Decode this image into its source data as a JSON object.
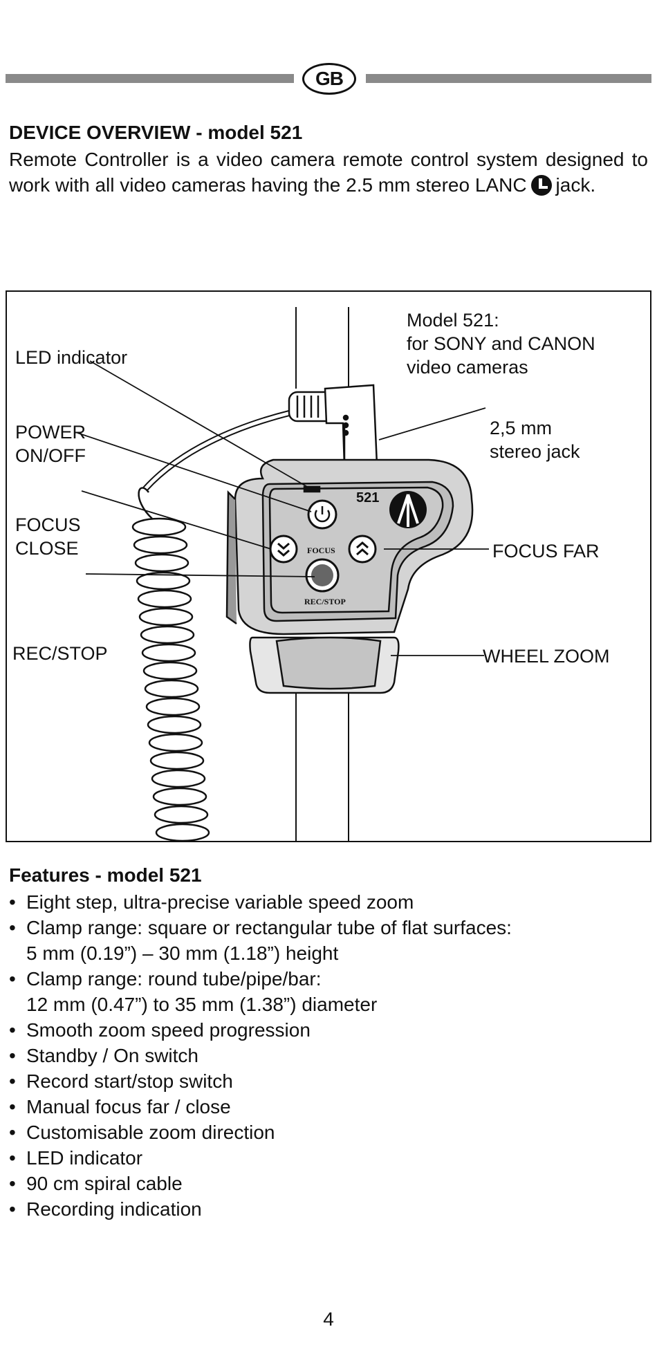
{
  "header": {
    "badge": "GB"
  },
  "overview": {
    "title": "DEVICE OVERVIEW - model 521",
    "intro_before_symbol": "Remote Controller is a video camera remote control system designed to work with all video cameras having the 2.5 mm stereo LANC",
    "intro_after_symbol": "jack."
  },
  "figure": {
    "model_note": "Model 521:\nfor SONY and CANON\nvideo cameras",
    "labels": {
      "led": "LED indicator",
      "power": "POWER\nON/OFF",
      "focus_close": "FOCUS\nCLOSE",
      "rec_stop": "REC/STOP",
      "jack": "2,5 mm\nstereo jack",
      "focus_far": "FOCUS FAR",
      "wheel_zoom": "WHEEL ZOOM"
    },
    "device_text": {
      "model": "521",
      "focus": "FOCUS",
      "rec_stop": "REC/STOP"
    }
  },
  "features": {
    "title": "Features - model 521",
    "items": [
      {
        "line1": "Eight step, ultra-precise variable speed zoom"
      },
      {
        "line1": "Clamp range: square or rectangular tube of flat surfaces:",
        "line2": "5 mm (0.19”) – 30 mm (1.18”) height"
      },
      {
        "line1": "Clamp range: round tube/pipe/bar:",
        "line2": "12 mm (0.47”) to 35 mm (1.38”) diameter"
      },
      {
        "line1": "Smooth zoom speed progression"
      },
      {
        "line1": "Standby / On switch"
      },
      {
        "line1": "Record start/stop switch"
      },
      {
        "line1": "Manual focus far / close"
      },
      {
        "line1": "Customisable zoom direction"
      },
      {
        "line1": "LED indicator"
      },
      {
        "line1": "90 cm spiral cable"
      },
      {
        "line1": "Recording indication"
      }
    ]
  },
  "footer": {
    "page_number": "4"
  }
}
